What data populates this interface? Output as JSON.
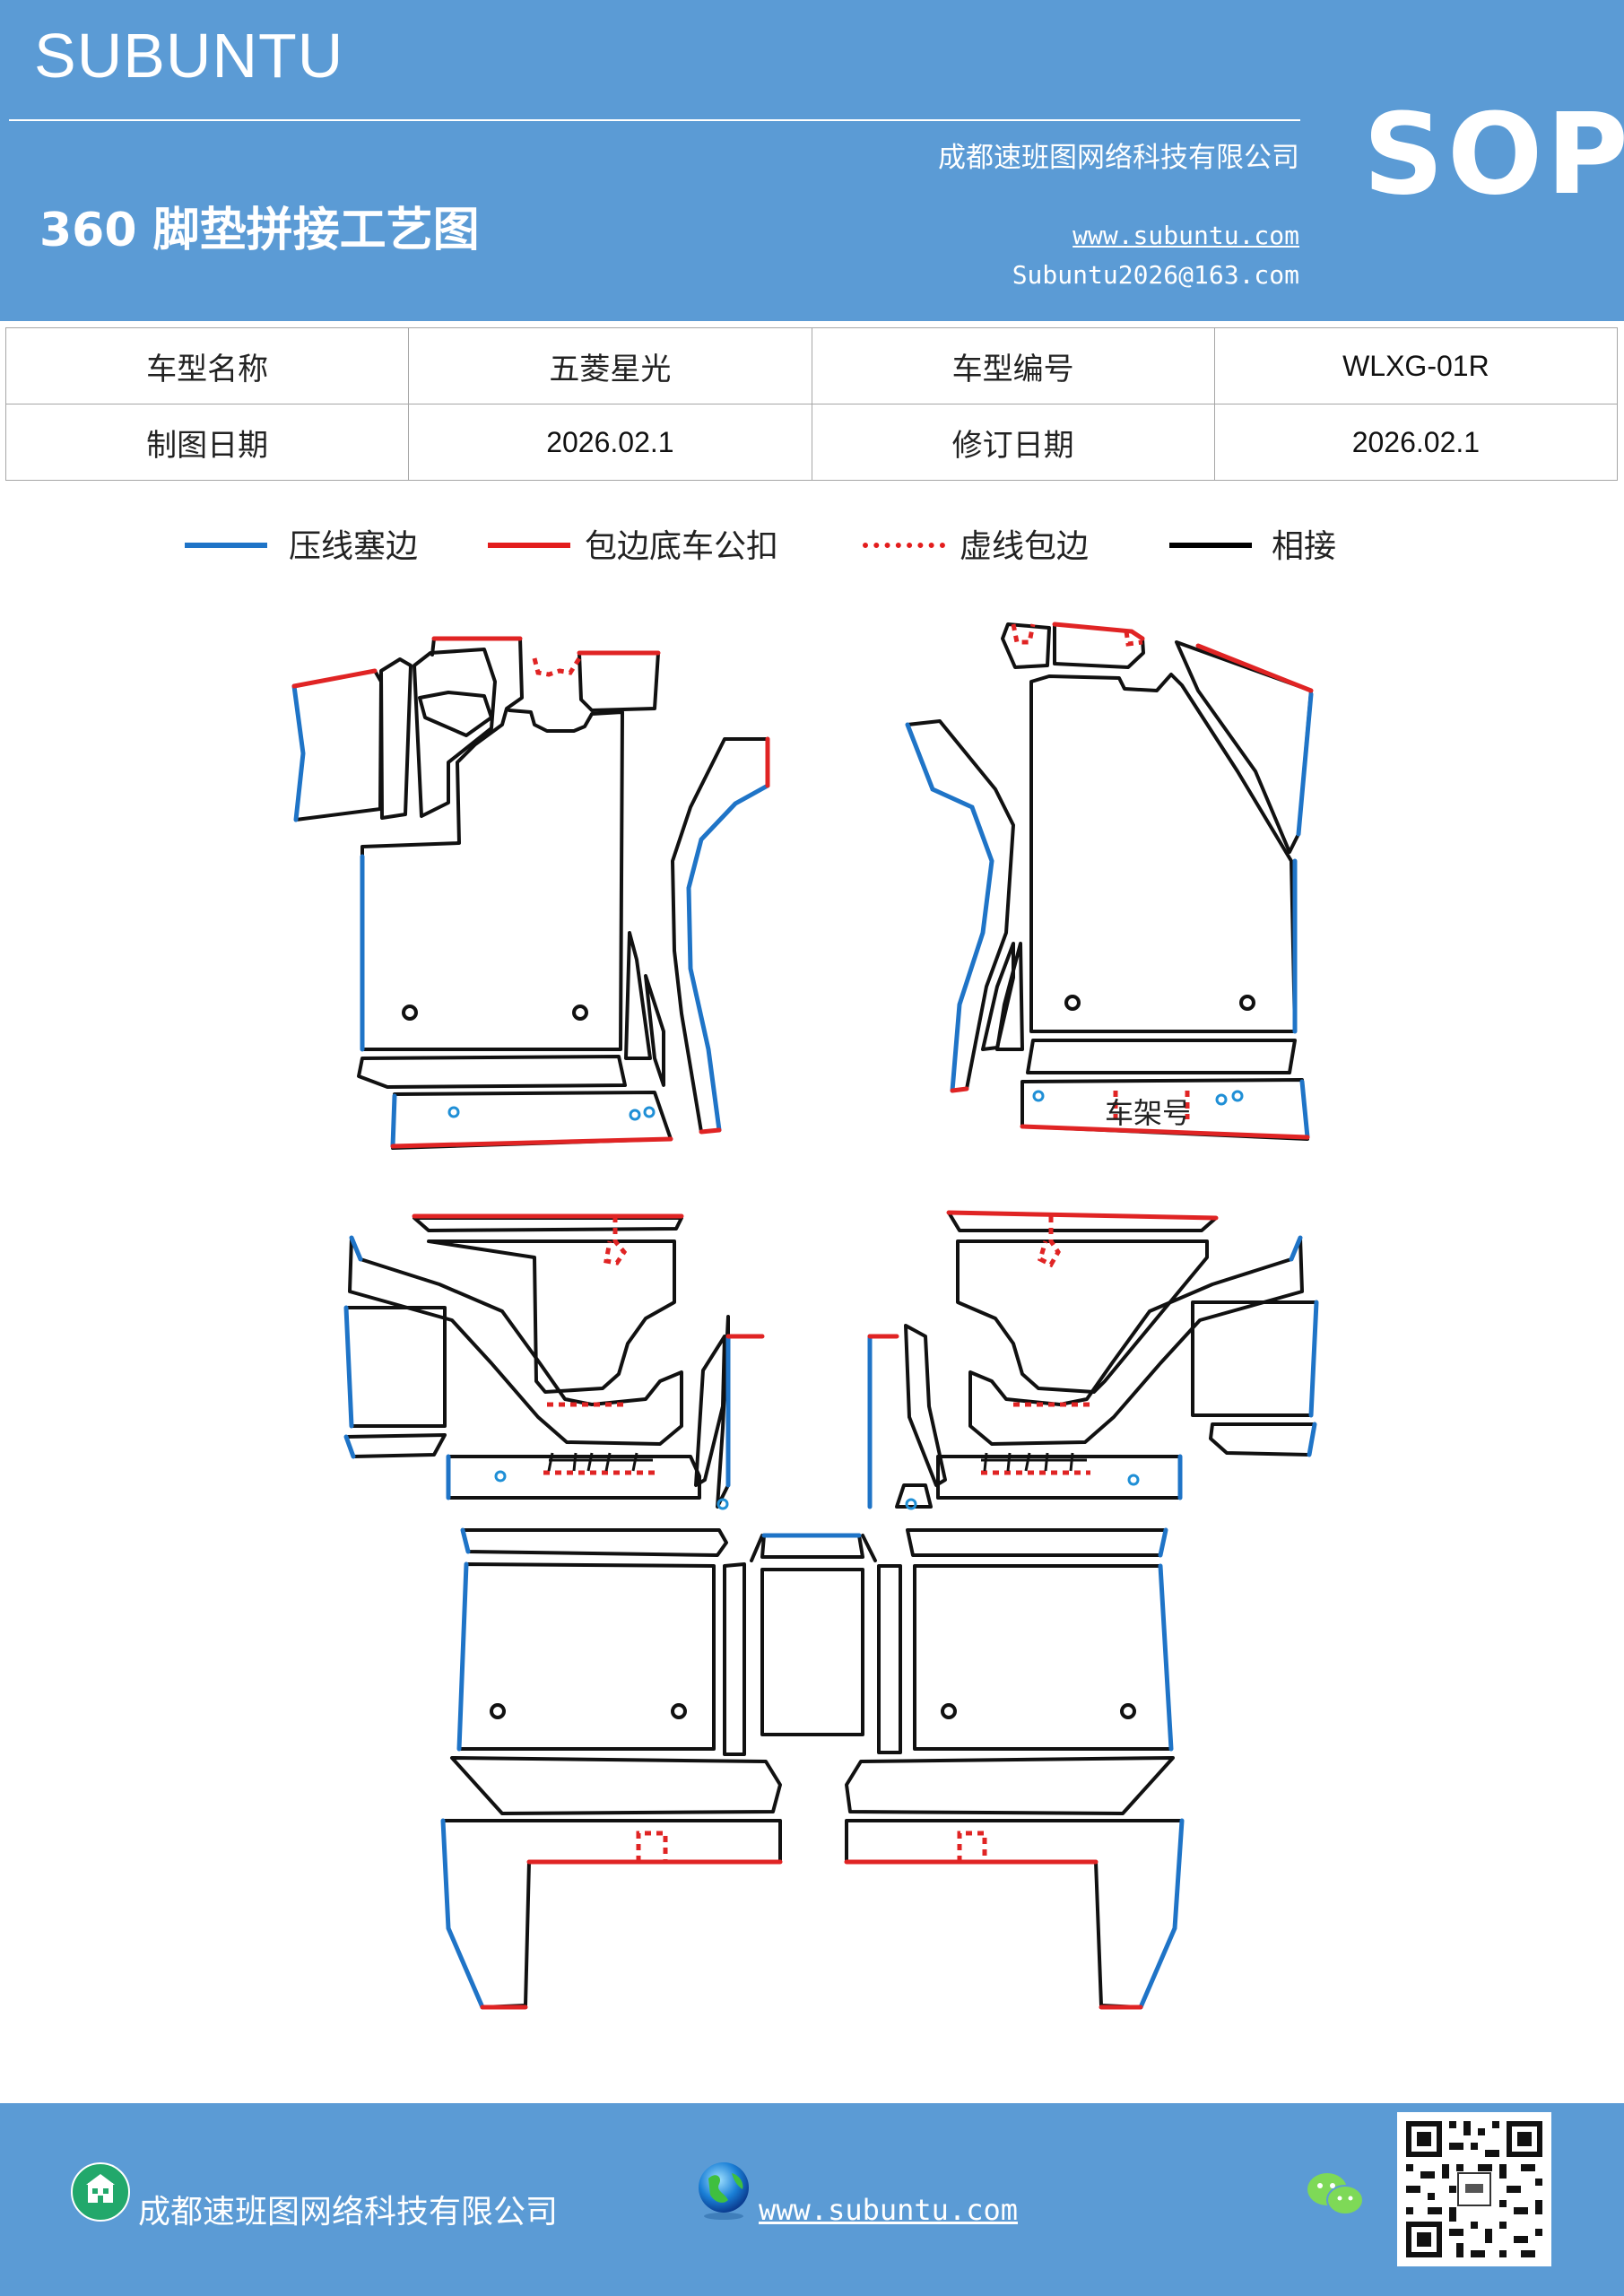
{
  "header": {
    "brand": "SUBUNTU",
    "company": "成都速班图网络科技有限公司",
    "title": "360 脚垫拼接工艺图",
    "website": "www.subuntu.com",
    "email": "Subuntu2026@163.com",
    "badge": "SOP"
  },
  "info_table": {
    "rows": [
      [
        "车型名称",
        "五菱星光",
        "车型编号",
        "WLXG-01R"
      ],
      [
        "制图日期",
        "2026.02.1",
        "修订日期",
        "2026.02.1"
      ]
    ]
  },
  "legend": {
    "items": [
      {
        "label": "压线塞边",
        "color": "#1f74c7",
        "style": "solid"
      },
      {
        "label": "包边底车公扣",
        "color": "#e31d1d",
        "style": "solid"
      },
      {
        "label": "虚线包边",
        "color": "#e31d1d",
        "style": "dotted"
      },
      {
        "label": "相接",
        "color": "#000000",
        "style": "solid"
      }
    ]
  },
  "diagram": {
    "frame_label": "车架号",
    "colors": {
      "outline": "#111111",
      "press": "#1f74c7",
      "wrap": "#e02424",
      "hole": "#1f8fd6"
    }
  },
  "footer": {
    "company": "成都速班图网络科技有限公司",
    "website": "www.subuntu.com"
  }
}
